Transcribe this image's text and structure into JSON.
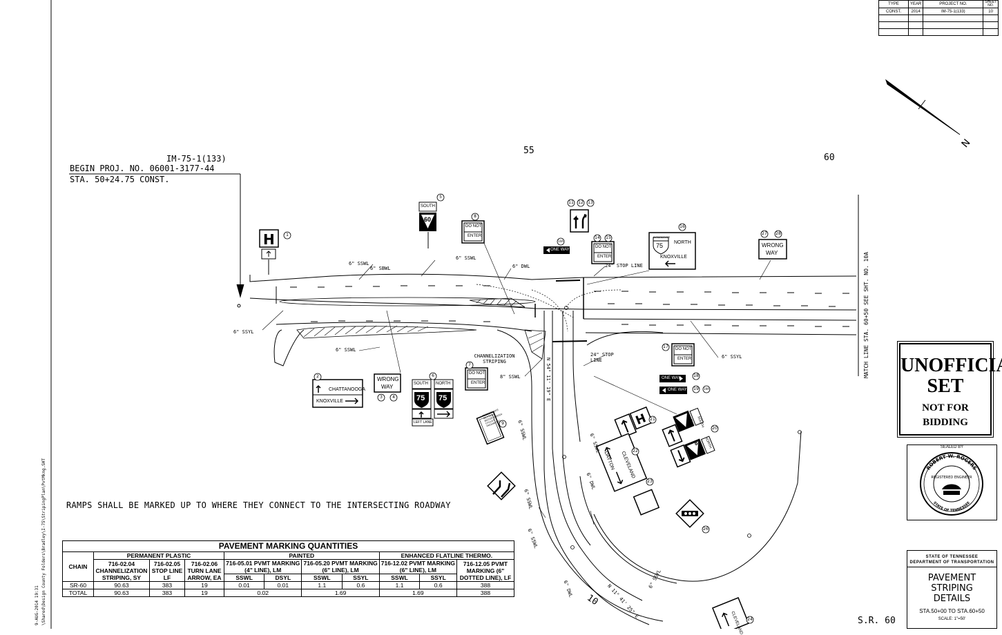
{
  "title_block": {
    "headers": [
      "TYPE",
      "YEAR",
      "PROJECT NO.",
      "SHEET NO."
    ],
    "row": [
      "CONST.",
      "2014",
      "IM-75-1(133)",
      "10"
    ]
  },
  "project_begin": {
    "line1": "IM-75-1(133)",
    "line2": "BEGIN PROJ. NO. 06001-3177-44",
    "line3": "STA. 50+24.75 CONST."
  },
  "stations": {
    "s55": "55",
    "s60": "60",
    "s10": "10"
  },
  "match_line": "MATCH LINE STA. 60+50 SEE SHT. NO. 10A",
  "note": "RAMPS SHALL BE MARKED UP TO WHERE THEY CONNECT TO THE INTERSECTING ROADWAY",
  "file_path_1": "\\Shared\\Design County Folders\\Bradley\\I-75\\StripingPlan\\PvtMkng.SHT",
  "file_path_2": "9-AUG-2014 19:31",
  "route_label": "S.R. 60",
  "unofficial": {
    "line1": "UNOFFICIAL",
    "line2": "SET",
    "line3": "NOT FOR",
    "line4": "BIDDING"
  },
  "seal": {
    "sealed_by": "SEALED BY",
    "name": "ROBERT W. ROGERS",
    "role": "REGISTERED ENGINEER",
    "state": "STATE OF TENNESSEE"
  },
  "state_block": {
    "line1": "STATE OF TENNESSEE",
    "line2": "DEPARTMENT OF TRANSPORTATION",
    "title1": "PAVEMENT",
    "title2": "STRIPING",
    "title3": "DETAILS",
    "range": "STA.50+00 TO STA.60+50",
    "scale": "SCALE: 1\"=50'"
  },
  "sign_labels": {
    "l1": "6\" SSWL",
    "l2": "6\" SBWL",
    "l3": "6\" SSWL",
    "l4": "6\" DWL",
    "l5": "24\" STOP LINE",
    "l6": "6\" SSYL",
    "l7": "6\" SSWL",
    "l8": "CHANNELIZATION STRIPING",
    "l9": "8\" SSWL",
    "l10": "24\" STOP LINE",
    "l11": "6\" SSYL",
    "l12": "6\" SSWL",
    "l13": "6\" SSWL",
    "l14": "6\" DWL",
    "l15": "6\" SSWL",
    "l16": "6\" SSWL",
    "l17": "6\" DWL",
    "l18": "6\" SSYL",
    "bearing1": "N 54° 11' 19\" E",
    "bearing2": "N 11° 41' 25\" E"
  },
  "signs": {
    "south": "SOUTH",
    "north": "NORTH",
    "r60": "60",
    "r75": "75",
    "do_not": "DO NOT",
    "enter": "ENTER",
    "one_way": "ONE WAY",
    "knoxville": "KNOXVILLE",
    "chattanooga": "CHATTANOOGA",
    "wrong": "WRONG",
    "way": "WAY",
    "left_lane": "LEFT LANE",
    "dayton": "DAYTON",
    "cleveland": "CLEVELAND",
    "ped": "PEDESTRIANS BICYCLES MOTOR-DRIVEN CYCLES PROHIBITED",
    "interstate": "INTERSTATE"
  },
  "callouts": [
    "1",
    "2",
    "3",
    "4",
    "5",
    "6",
    "7",
    "8",
    "9",
    "10",
    "11",
    "12",
    "13",
    "14",
    "15",
    "16",
    "17",
    "18",
    "19",
    "19A",
    "20",
    "21",
    "22",
    "23",
    "24",
    "25",
    "26",
    "27",
    "28"
  ],
  "quantities": {
    "title": "PAVEMENT MARKING QUANTITIES",
    "groups": [
      "PERMANENT PLASTIC",
      "PAINTED",
      "ENHANCED FLATLINE THERMO."
    ],
    "chain": "CHAIN",
    "cols": [
      "716-02.04 CHANNELIZATION STRIPING, SY",
      "716-02.05 STOP LINE LF",
      "716-02.06 TURN LANE ARROW, EA",
      "716-05.01 PVMT MARKING (4\" LINE), LM",
      "716-05.20 PVMT MARKING (6\" LINE), LM",
      "716-12.02 PVMT MARKING (6\" LINE), LM",
      "716-12.05 PVMT MARKING (6\" DOTTED LINE), LF"
    ],
    "subcols": [
      "SSWL",
      "DSYL",
      "SSWL",
      "SSYL",
      "SSWL",
      "SSYL"
    ],
    "rows": [
      [
        "SR-60",
        "90.63",
        "383",
        "19",
        "0.01",
        "0.01",
        "1.1",
        "0.6",
        "1.1",
        "0.6",
        "388"
      ],
      [
        "TOTAL",
        "90.63",
        "383",
        "19",
        "0.02",
        "1.69",
        "1.69",
        "388"
      ]
    ]
  }
}
